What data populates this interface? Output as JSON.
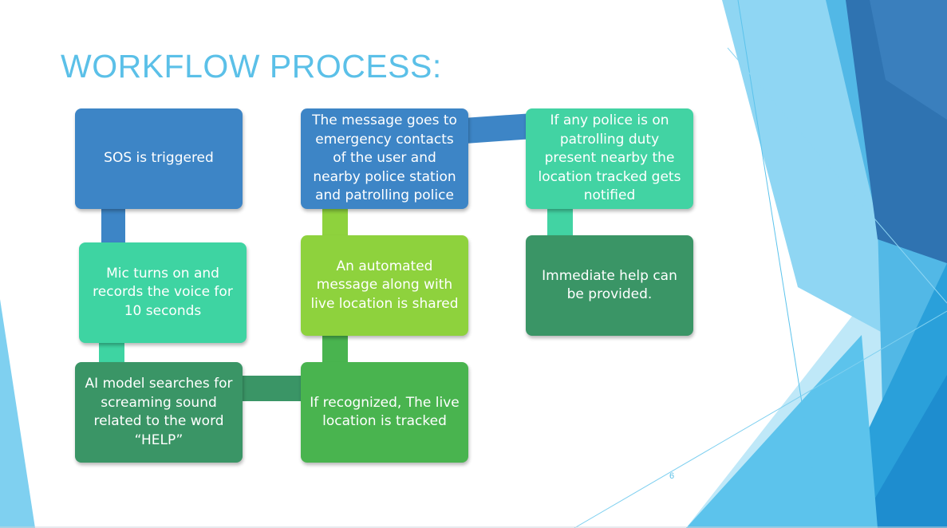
{
  "slide": {
    "title": "WORKFLOW PROCESS:",
    "page_number": "6"
  },
  "colors": {
    "title": "#5bc0e8",
    "blue_box": "#3d85c6",
    "teal_box": "#3ed4a2",
    "dark_green_box": "#3a9566",
    "lime_box": "#8ed23d",
    "green_box": "#49b44f",
    "mint_box": "#42d3a3",
    "deco_light": "#7fd0f0",
    "deco_dark": "#2e73b2"
  },
  "flow": {
    "steps": [
      {
        "id": "sos-triggered",
        "text": "SOS  is triggered"
      },
      {
        "id": "mic-records",
        "text": "Mic turns on and records the voice for 10 seconds"
      },
      {
        "id": "ai-search",
        "text": "AI model searches for screaming sound related to the word “HELP”"
      },
      {
        "id": "location-tracked",
        "text": "If recognized, The live location is tracked"
      },
      {
        "id": "message-shared",
        "text": "An automated message along with live location is shared"
      },
      {
        "id": "message-sent",
        "text": "The message goes to emergency contacts of the user and nearby police station and patrolling police"
      },
      {
        "id": "police-notified",
        "text": "If any police is on patrolling duty present nearby the location tracked gets notified"
      },
      {
        "id": "help-provided",
        "text": "Immediate help can be provided."
      }
    ]
  }
}
